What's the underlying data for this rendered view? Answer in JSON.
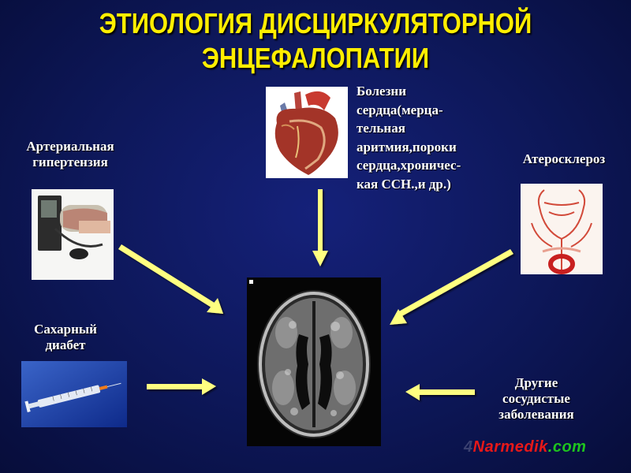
{
  "title": {
    "line1": "ЭТИОЛОГИЯ ДИСЦИРКУЛЯТОРНОЙ",
    "line2": "ЭНЦЕФАЛОПАТИИ"
  },
  "causes": {
    "hypertension": "Артериальная\nгипертензия",
    "heart": "Болезни\nсердца(мерца-\nтельная\nаритмия,пороки\nсердца,хроничес-\nкая ССН.,и др.)",
    "atherosclerosis": "Атеросклероз",
    "diabetes": "Сахарный\nдиабет",
    "other_vascular": "Другие\nсосудистые\nзаболевания"
  },
  "images": {
    "hypertension": "blood-pressure-monitor",
    "heart": "anatomical-heart",
    "atherosclerosis": "cerebral-arteries",
    "diabetes": "insulin-syringe",
    "center": "brain-mri-axial-scan"
  },
  "watermark": {
    "prefix": "4",
    "brand": "Narmedik",
    "suffix": ".com"
  },
  "colors": {
    "background": "#0d1758",
    "title": "#ffee00",
    "arrow": "#ffff80",
    "watermark_brand": "#e81818",
    "watermark_suffix": "#1ec41e"
  }
}
